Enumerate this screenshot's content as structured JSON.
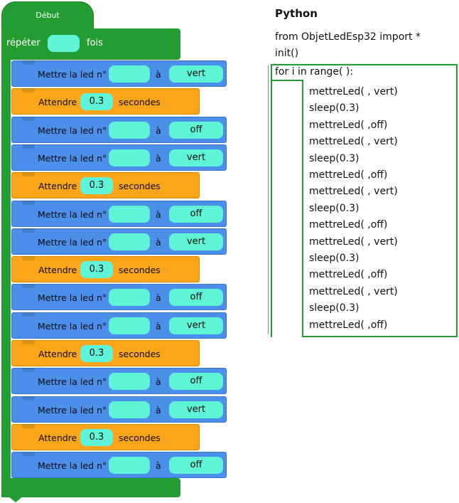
{
  "blocks": {
    "start_label": "Début",
    "repeat_label": "répéter",
    "repeat_times_label": "fois",
    "led_label": "Mettre la led n°",
    "a_label": "à",
    "wait_label": "Attendre",
    "seconds_label": "secondes",
    "sequence": [
      {
        "kind": "led",
        "state": "vert"
      },
      {
        "kind": "wait",
        "duration": "0.3"
      },
      {
        "kind": "led",
        "state": "off"
      },
      {
        "kind": "led",
        "state": "vert"
      },
      {
        "kind": "wait",
        "duration": "0.3"
      },
      {
        "kind": "led",
        "state": "off"
      },
      {
        "kind": "led",
        "state": "vert"
      },
      {
        "kind": "wait",
        "duration": "0.3"
      },
      {
        "kind": "led",
        "state": "off"
      },
      {
        "kind": "led",
        "state": "vert"
      },
      {
        "kind": "wait",
        "duration": "0.3"
      },
      {
        "kind": "led",
        "state": "off"
      },
      {
        "kind": "led",
        "state": "vert"
      },
      {
        "kind": "wait",
        "duration": "0.3"
      },
      {
        "kind": "led",
        "state": "off"
      }
    ]
  },
  "python": {
    "title": "Python",
    "import_line": "from ObjetLedEsp32 import *",
    "init_line": "init()",
    "for_line": "for i in range(           ):",
    "body": [
      "mettreLed(         , vert)",
      "sleep(0.3)",
      "mettreLed(         ,off)",
      "mettreLed(         , vert)",
      "sleep(0.3)",
      "mettreLed(         ,off)",
      "mettreLed(         , vert)",
      "sleep(0.3)",
      "mettreLed(         ,off)",
      "mettreLed(         , vert)",
      "sleep(0.3)",
      "mettreLed(         ,off)",
      "mettreLed(         , vert)",
      "sleep(0.3)",
      "mettreLed(         ,off)"
    ]
  },
  "colors": {
    "control_green": "#239c31",
    "led_blue": "#4b8fea",
    "wait_orange": "#fba61a",
    "slot_cyan": "#5ff4d7"
  }
}
